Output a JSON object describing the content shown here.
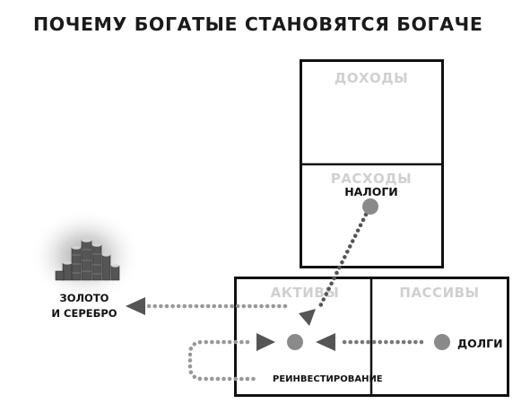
{
  "title": "ПОЧЕМУ БОГАТЫЕ СТАНОВЯТСЯ БОГАЧЕ",
  "income_statement": {
    "income_label": "ДОХОДЫ",
    "expenses_label": "РАСХОДЫ",
    "taxes_label": "НАЛОГИ"
  },
  "balance_sheet": {
    "assets_label": "АКТИВЫ",
    "liabilities_label": "ПАССИВЫ",
    "debts_label": "ДОЛГИ",
    "reinvest_label": "РЕИНВЕСТИРОВАНИЕ"
  },
  "gold_silver": {
    "line1": "ЗОЛОТО",
    "line2": "И СЕРЕБРО",
    "icon": "coin-stacks-icon"
  },
  "colors": {
    "box_border": "#111111",
    "box_label": "#d0d0d0",
    "node": "#8a8a8a",
    "arrow": "#555555"
  }
}
